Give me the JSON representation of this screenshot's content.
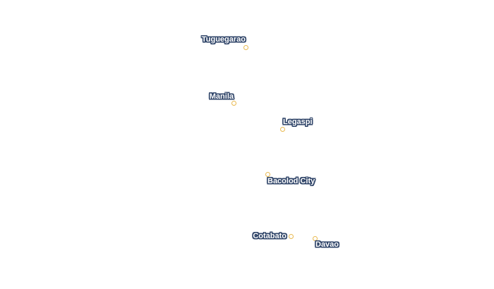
{
  "map": {
    "colors": {
      "label_fill": "#ffffff",
      "label_halo": "#2f4468",
      "marker_stroke": "#e9b94f",
      "background": "#ffffff"
    },
    "cities": [
      {
        "id": "tuguegarao",
        "name": "Tuguegarao"
      },
      {
        "id": "manila",
        "name": "Manila"
      },
      {
        "id": "legaspi",
        "name": "Legaspi"
      },
      {
        "id": "bacolod",
        "name": "Bacolod City"
      },
      {
        "id": "cotabato",
        "name": "Cotabato"
      },
      {
        "id": "davao",
        "name": "Davao"
      }
    ]
  }
}
